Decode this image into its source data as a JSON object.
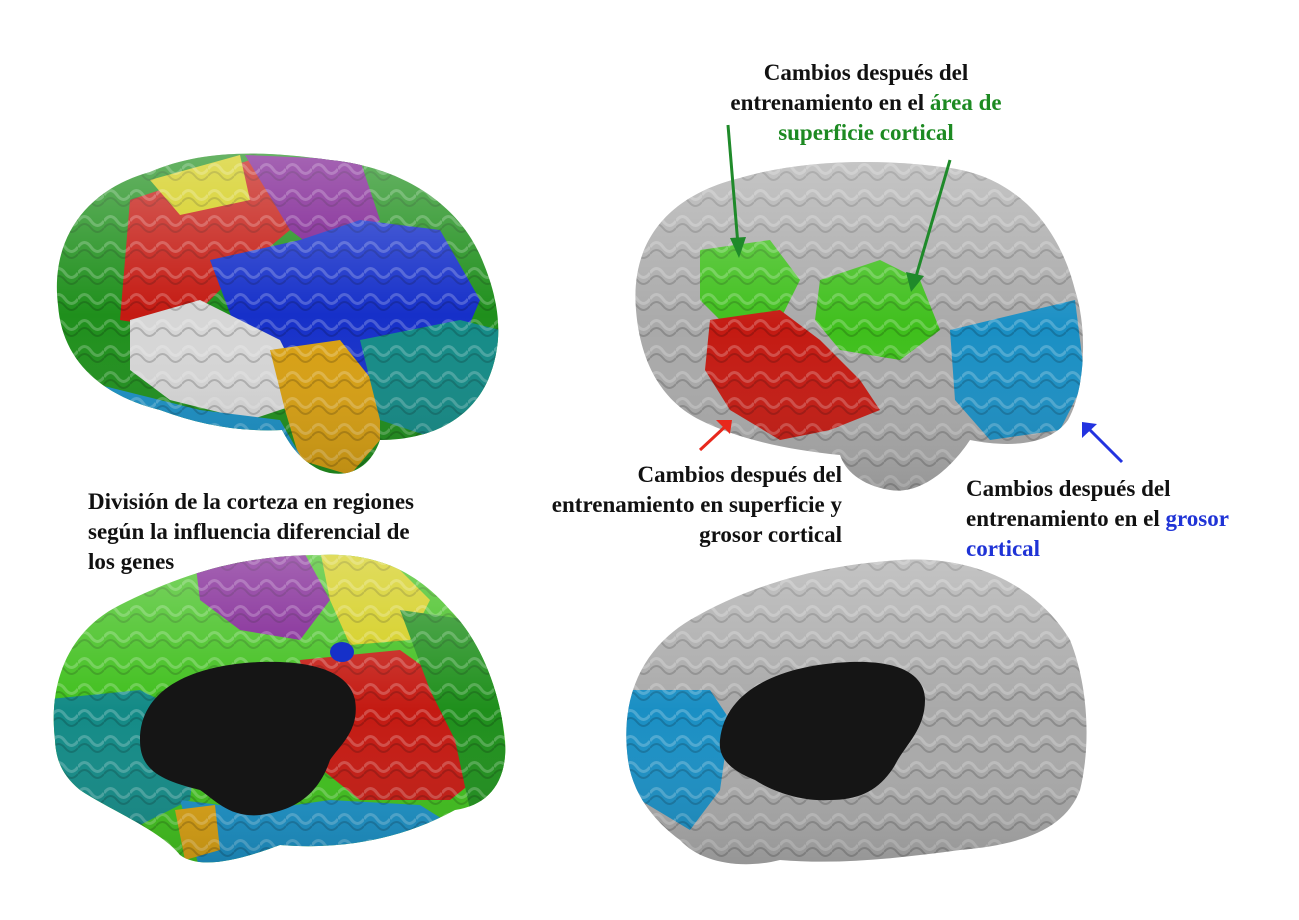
{
  "labels": {
    "regions": {
      "line1": "División de la corteza en regiones",
      "line2": "según la influencia diferencial de",
      "line3": "los genes"
    },
    "surface_area": {
      "line1": "Cambios después del",
      "line2_prefix": "entrenamiento en el ",
      "line2_highlight": "área de",
      "line3_highlight": "superficie cortical"
    },
    "surface_and_thickness": {
      "line1": "Cambios después del",
      "line2": "entrenamiento en superficie y",
      "line3": "grosor cortical"
    },
    "thickness": {
      "line1": "Cambios después del",
      "line2_prefix": "entrenamiento en el ",
      "line2_highlight": "grosor",
      "line3_highlight": "cortical"
    }
  },
  "colors": {
    "cortex_gray": "#a9a9a9",
    "green_region": "#3fbf1c",
    "dark_green_region": "#1f8f1c",
    "red_region": "#c41a12",
    "blue_region": "#1630c9",
    "teal_region": "#138a86",
    "cyan_region": "#1a8fc4",
    "purple_region": "#7a1a8f",
    "yellow_region": "#d2cc14",
    "orange_region": "#d8a012",
    "white_region": "#d6d6d6",
    "inner_black": "#151515",
    "green_text": "#1d8a22",
    "blue_text": "#1f33d6",
    "arrow_green": "#1f8a2a",
    "arrow_red": "#e8281c",
    "arrow_blue": "#2233e0"
  }
}
